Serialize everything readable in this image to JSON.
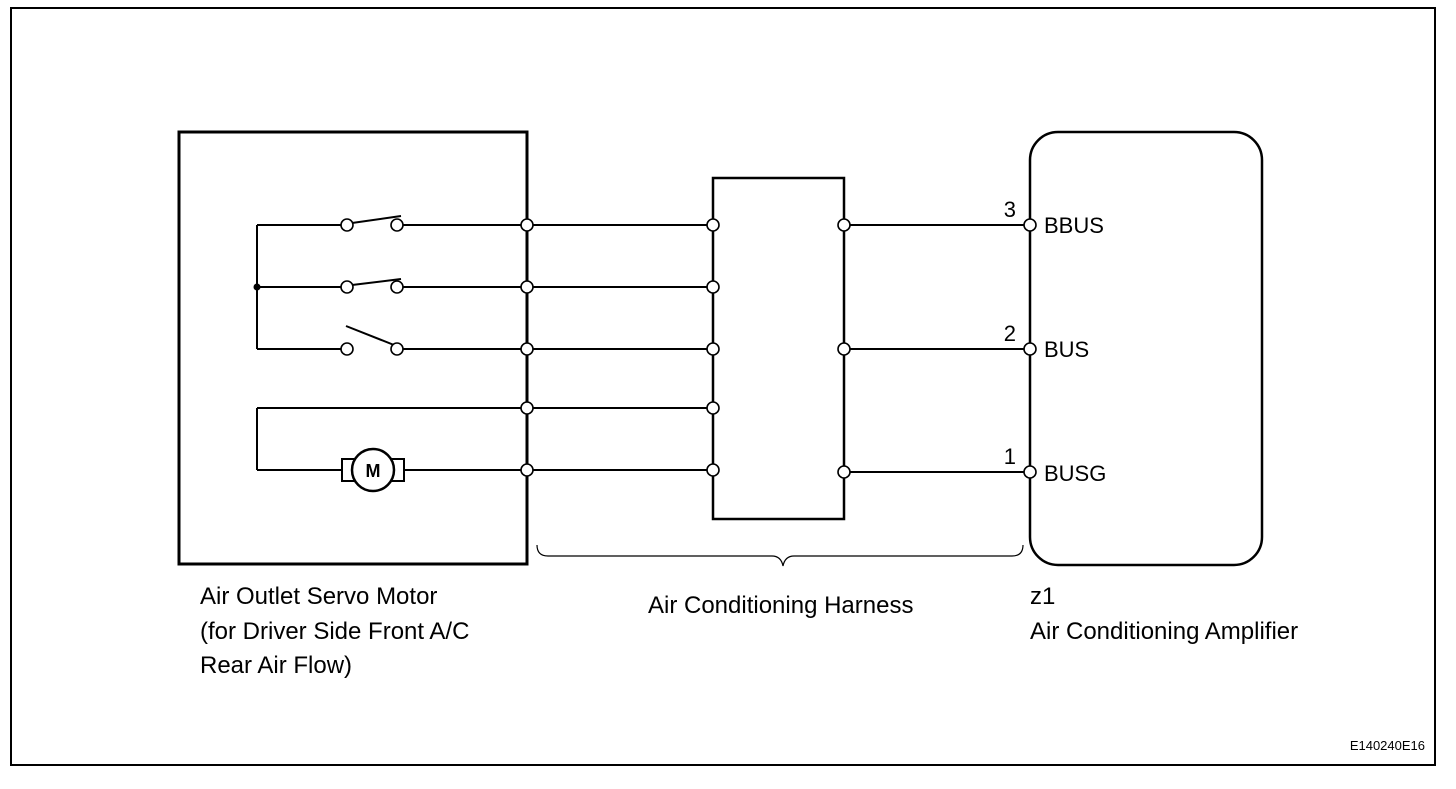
{
  "components": {
    "servo_motor": {
      "label_lines": [
        "Air Outlet Servo Motor",
        "(for Driver Side Front A/C",
        "Rear Air Flow)"
      ],
      "motor_symbol": "M"
    },
    "harness": {
      "label": "Air Conditioning Harness"
    },
    "amplifier": {
      "connector_id": "z1",
      "label": "Air Conditioning Amplifier",
      "pins": [
        {
          "number": "3",
          "name": "BBUS"
        },
        {
          "number": "2",
          "name": "BUS"
        },
        {
          "number": "1",
          "name": "BUSG"
        }
      ]
    }
  },
  "figure_code": "E140240E16",
  "icons": {
    "motor": "motor-icon",
    "switch": "switch-icon",
    "terminal": "terminal-icon"
  }
}
